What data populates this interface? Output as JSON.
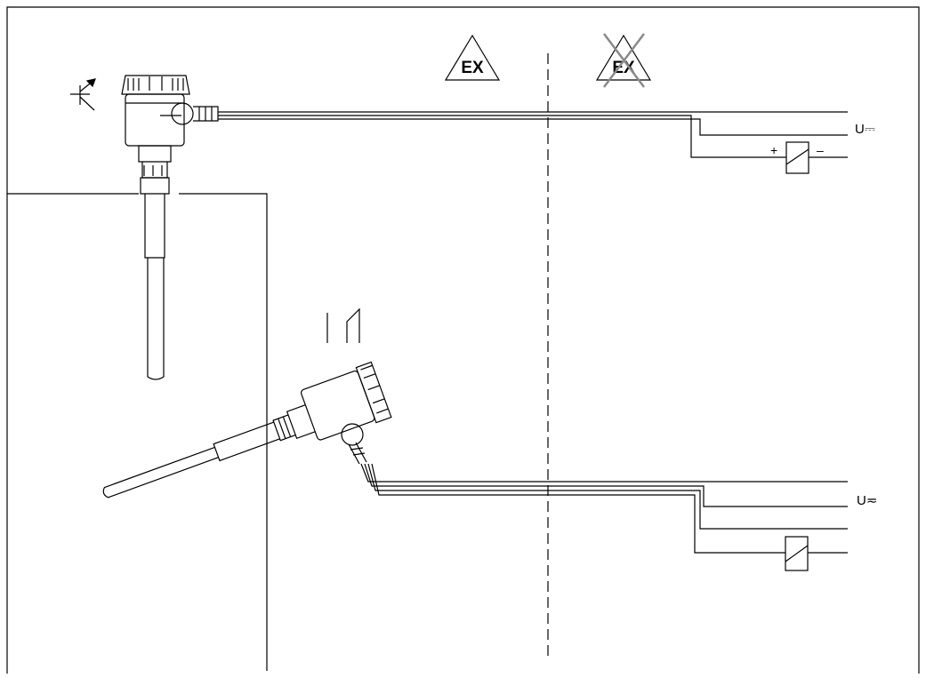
{
  "zones": {
    "ex_label": "EX",
    "non_ex_label": "EX"
  },
  "upper_circuit": {
    "supply_label": "U⎓",
    "plus_label": "+",
    "minus_label": "–"
  },
  "lower_circuit": {
    "supply_label": "U≂"
  },
  "symbols": {
    "transistor": "transistor-output-icon",
    "relay": "relay-contact-icon",
    "relay_coil": "relay-coil-icon"
  },
  "colors": {
    "line": "#000000",
    "cross": "#8a8a8a"
  }
}
